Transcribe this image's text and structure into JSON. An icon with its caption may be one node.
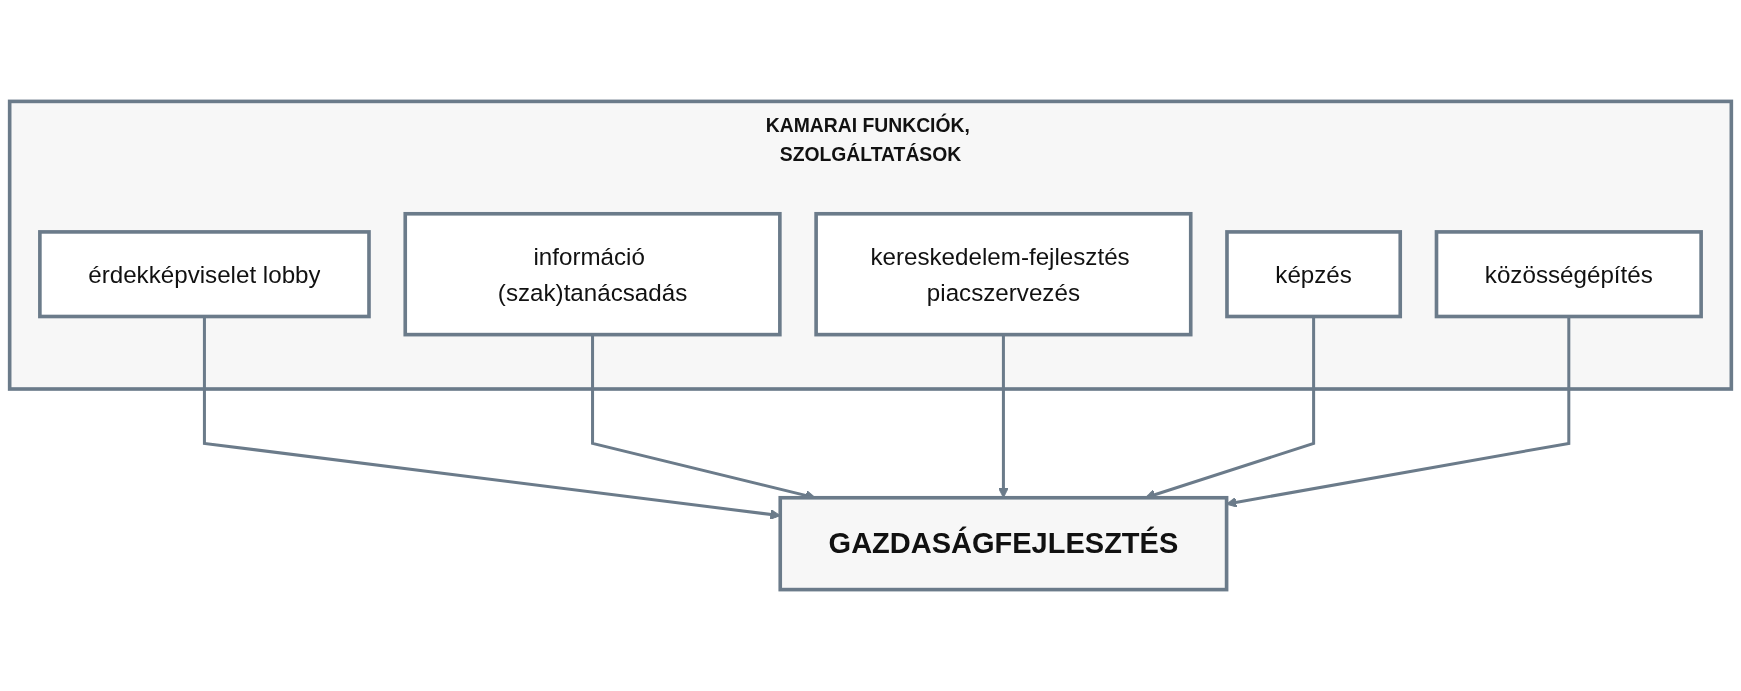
{
  "diagram": {
    "nodes": [
      {
        "text": [
          "KAMARAI FUNKCIÓK, SZOLGÁLTATÁSOK"
        ]
      },
      {
        "text": [
          "érdekképviselet lobby"
        ],
        "in": 0
      },
      {
        "text": [
          "információ (szak)tanácsadás"
        ],
        "in": 0
      },
      {
        "text": [
          "kereskedelem-fejlesztés piacszervezés"
        ],
        "in": 0
      },
      {
        "text": [
          "képzés"
        ],
        "in": 0
      },
      {
        "text": [
          "közösségépítés"
        ],
        "in": 0
      },
      {
        "text": [
          "GAZDASÁGFEJLESZTÉS"
        ]
      }
    ],
    "edges": [
      {
        "from": 1,
        "to": 6,
        "arrow": "to"
      },
      {
        "from": 2,
        "to": 6,
        "arrow": "to"
      },
      {
        "from": 3,
        "to": 6,
        "arrow": "to"
      },
      {
        "from": 4,
        "to": 6,
        "arrow": "to"
      },
      {
        "from": 5,
        "to": 6,
        "arrow": "to"
      }
    ]
  }
}
